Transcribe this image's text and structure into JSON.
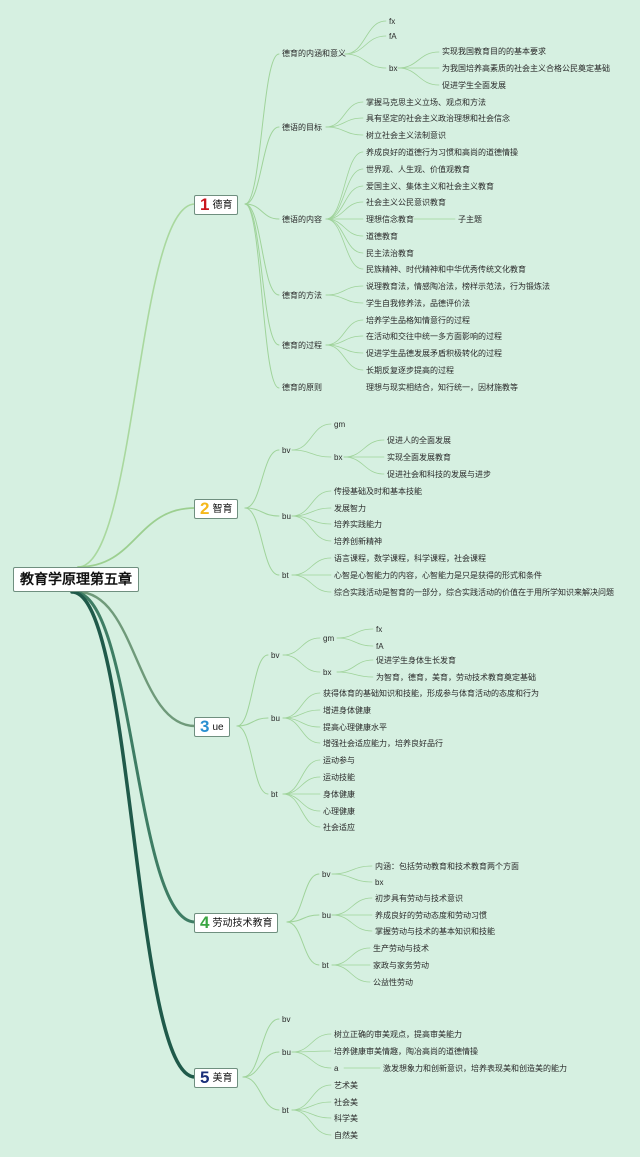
{
  "colors": {
    "background": "#d6f0e1",
    "s1": "#c9161d",
    "s2": "#f5b81c",
    "s3": "#2a8fd0",
    "s4": "#3aa542",
    "s5": "#1a2f7a"
  },
  "root": "教育学原理第五章",
  "s1": {
    "num": "1",
    "title": "德育",
    "b1": {
      "label": "德育的内涵和意义",
      "fx": "fx",
      "fa": "fA",
      "bx": "bx",
      "bx_items": [
        "实现我国教育目的的基本要求",
        "为我国培养高素质的社会主义合格公民奠定基础",
        "促进学生全面发展"
      ]
    },
    "b2": {
      "label": "德语的目标",
      "items": [
        "掌握马克思主义立场、观点和方法",
        "具有坚定的社会主义政治理想和社会信念",
        "树立社会主义法制意识"
      ]
    },
    "b3": {
      "label": "德语的内容",
      "items": [
        "养成良好的道德行为习惯和高尚的道德情操",
        "世界观、人生观、价值观教育",
        "爱国主义、集体主义和社会主义教育",
        "社会主义公民意识教育",
        "理想信念教育",
        "道德教育",
        "民主法治教育",
        "民族精神、时代精神和中华优秀传统文化教育"
      ],
      "sub": "子主题"
    },
    "b4": {
      "label": "德育的方法",
      "items": [
        "说理教育法，情感陶冶法，榜样示范法，行为锻炼法",
        "学生自我修养法，品德评价法"
      ]
    },
    "b5": {
      "label": "德育的过程",
      "items": [
        "培养学生品格知情意行的过程",
        "在活动和交往中统一多方面影响的过程",
        "促进学生品德发展矛盾积极转化的过程",
        "长期反复逐步提高的过程"
      ]
    },
    "b6": {
      "label": "德育的原则",
      "item": "理想与现实相结合，知行统一，因材施教等"
    }
  },
  "s2": {
    "num": "2",
    "title": "智育",
    "bv": "bv",
    "gm": "gm",
    "bx": "bx",
    "bx_items": [
      "促进人的全面发展",
      "实现全面发展教育",
      "促进社会和科技的发展与进步"
    ],
    "bu": "bu",
    "bu_items": [
      "传授基础及时和基本技能",
      "发展智力",
      "培养实践能力",
      "培养创新精神"
    ],
    "bt": "bt",
    "bt_items": [
      "语言课程，数学课程，科学课程，社会课程",
      "心智是心智能力的内容，心智能力是只是获得的形式和条件",
      "综合实践活动是智育的一部分，综合实践活动的价值在于用所学知识来解决问题"
    ]
  },
  "s3": {
    "num": "3",
    "title": "ue",
    "bv": "bv",
    "gm": "gm",
    "fx": "fx",
    "fa": "fA",
    "bx": "bx",
    "bx_items": [
      "促进学生身体生长发育",
      "为智育，德育，美育，劳动技术教育奠定基础"
    ],
    "bu": "bu",
    "bu_items": [
      "获得体育的基础知识和技能，形成参与体育活动的态度和行为",
      "增进身体健康",
      "提高心理健康水平",
      "增强社会适应能力，培养良好品行"
    ],
    "bt": "bt",
    "bt_items": [
      "运动参与",
      "运动技能",
      "身体健康",
      "心理健康",
      "社会适应"
    ]
  },
  "s4": {
    "num": "4",
    "title": "劳动技术教育",
    "bv": "bv",
    "bv_items": [
      "内涵：包括劳动教育和技术教育两个方面",
      "bx"
    ],
    "bu": "bu",
    "bu_items": [
      "初步具有劳动与技术意识",
      "养成良好的劳动态度和劳动习惯",
      "掌握劳动与技术的基本知识和技能"
    ],
    "bt": "bt",
    "bt_items": [
      "生产劳动与技术",
      "家政与家务劳动",
      "公益性劳动"
    ]
  },
  "s5": {
    "num": "5",
    "title": "美育",
    "bv": "bv",
    "bu": "bu",
    "bu_items": [
      "树立正确的审美观点，提高审美能力",
      "培养健康审美情趣，陶冶高尚的道德情操"
    ],
    "a": "a",
    "a_item": "激发想象力和创新意识，培养表现美和创造美的能力",
    "bt": "bt",
    "bt_items": [
      "艺术美",
      "社会美",
      "科学美",
      "自然美"
    ]
  }
}
